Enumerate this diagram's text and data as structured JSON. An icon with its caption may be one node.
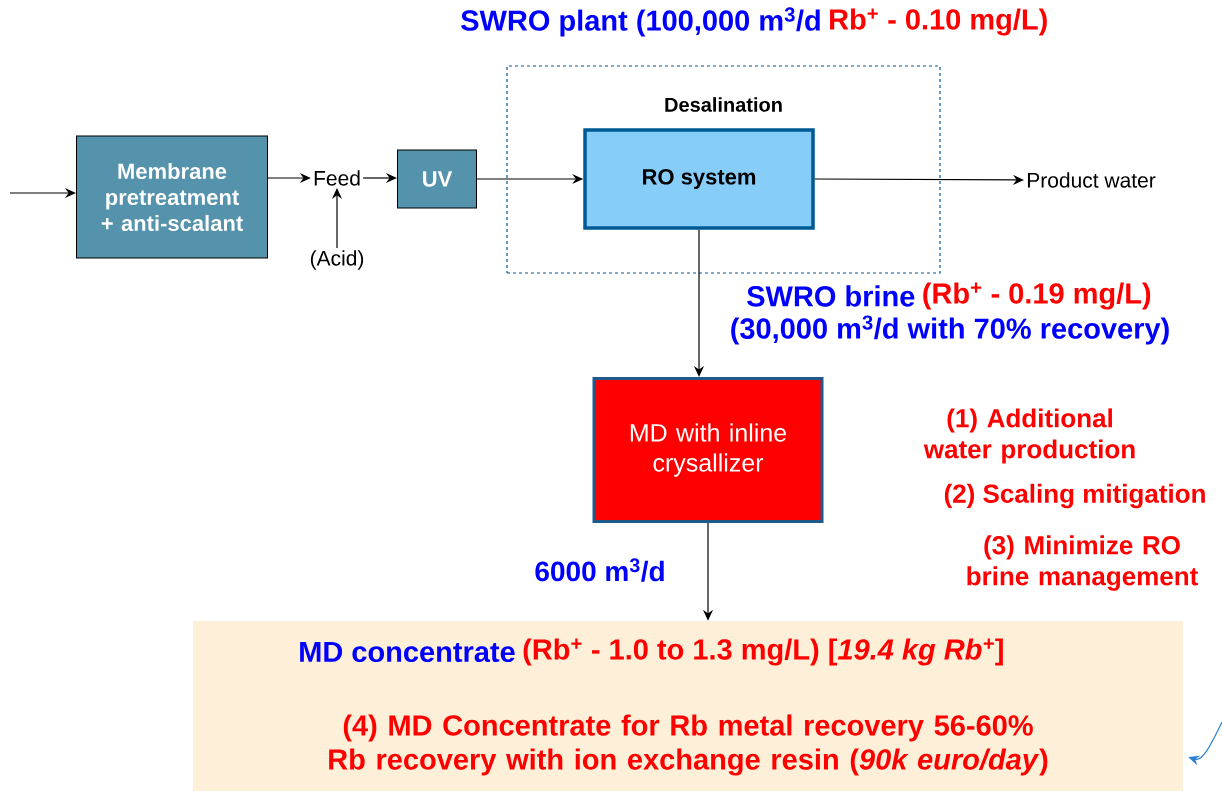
{
  "diagram": {
    "nodes": [
      {
        "text": [
          "Membrane pretreatment + anti-scalant"
        ]
      },
      {
        "text": [
          "Feed"
        ]
      },
      {
        "text": [
          "(Acid)"
        ]
      },
      {
        "text": [
          "UV"
        ]
      },
      {
        "text": [
          "Desalination"
        ]
      },
      {
        "text": [
          "RO system"
        ],
        "in": 4
      },
      {
        "text": [
          "Product water"
        ]
      },
      {
        "text": [
          "MD with inline crysallizer"
        ]
      },
      {
        "text": [
          "MD concentrate",
          "(Rb$^{+}$  - 1.0 to 1.3 mg/L) [*19.4 kg Rb$^{+}$*]",
          "(4) MD Concentrate for Rb metal recovery 56-60% Rb recovery with ion exchange resin (*90k euro/day*)"
        ]
      }
    ],
    "edges": [
      {
        "from": null,
        "to": 0,
        "arrow": "to"
      },
      {
        "from": 0,
        "to": 1,
        "arrow": "to"
      },
      {
        "from": 1,
        "to": 3,
        "arrow": "to"
      },
      {
        "from": 2,
        "to": 1,
        "arrow": "to"
      },
      {
        "from": 3,
        "to": 5,
        "arrow": "to"
      },
      {
        "from": 5,
        "to": 6,
        "arrow": "to"
      },
      {
        "from": 5,
        "to": 7,
        "arrow": "to"
      },
      {
        "from": 7,
        "to": 8,
        "label": "6000 m$^{3}$/d",
        "arrow": "to"
      },
      {
        "from": null,
        "to": 8,
        "arrow": "to",
        "color": "#2a7fd4"
      }
    ],
    "labels": [
      "SWRO plant (100,000 m$^{3}$/d",
      "Rb$^{+}$ - 0.10  mg/L)",
      "SWRO brine",
      "(Rb$^{+}$ - 0.19 mg/L)",
      "(30,000 m$^{3}$/d with 70% recovery)",
      "(1) Additional water production",
      "(2) Scaling mitigation",
      "(3) Minimize RO brine management"
    ]
  }
}
